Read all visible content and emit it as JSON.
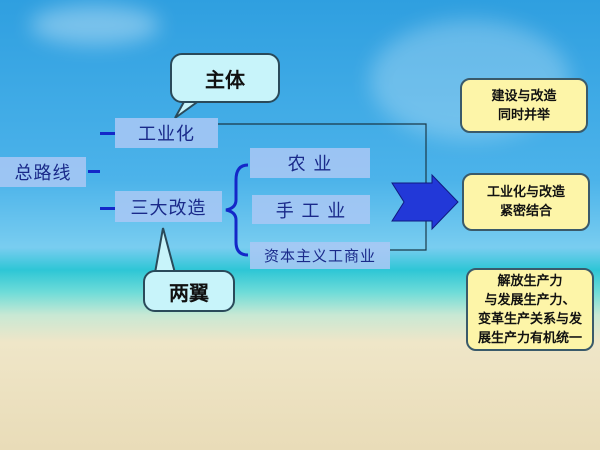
{
  "root": "总路线",
  "branches": {
    "industrialization": "工业化",
    "three_transformations": "三大改造"
  },
  "sub_items": [
    "农 业",
    "手 工 业",
    "资本主义工商业"
  ],
  "callouts": {
    "main_body": "主体",
    "two_wings": "两翼"
  },
  "conclusions": [
    [
      "建设与改造",
      "同时并举"
    ],
    [
      "工业化与改造",
      "紧密结合"
    ],
    [
      "解放生产力",
      "与发展生产力、",
      "变革生产关系与发",
      "展生产力有机统一"
    ]
  ],
  "colors": {
    "box": "#aac8f5",
    "text": "#1a2a8a",
    "accent": "#1428c8",
    "note": "#fdf5a8"
  }
}
